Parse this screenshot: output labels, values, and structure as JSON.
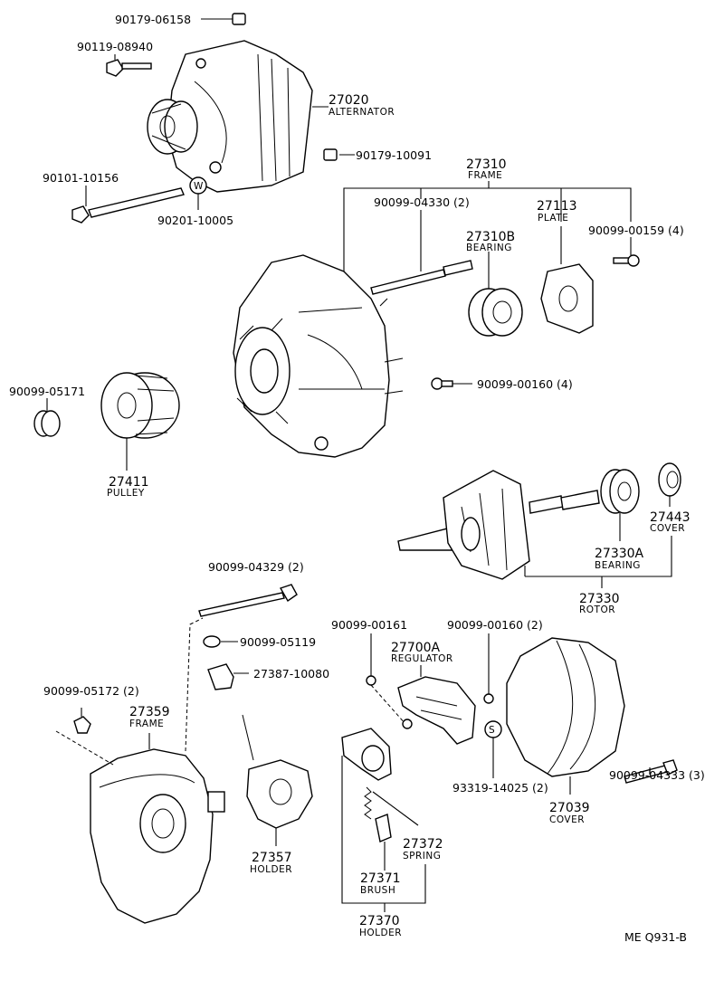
{
  "labels": {
    "p90179_06158": "90179-06158",
    "p90119_08940": "90119-08940",
    "p27020": "27020",
    "p27020_cap": "ALTERNATOR",
    "p90179_10091": "90179-10091",
    "p90101_10156": "90101-10156",
    "p90201_10005": "90201-10005",
    "p27310": "27310",
    "p27310_cap": "FRAME",
    "p90099_04330": "90099-04330 (2)",
    "p27113": "27113",
    "p27113_cap": "PLATE",
    "p27310B": "27310B",
    "p27310B_cap": "BEARING",
    "p90099_00159": "90099-00159 (4)",
    "p90099_05171": "90099-05171",
    "p90099_00160a": "90099-00160 (4)",
    "p27411": "27411",
    "p27411_cap": "PULLEY",
    "p27443": "27443",
    "p27443_cap": "COVER",
    "p27330A": "27330A",
    "p27330A_cap": "BEARING",
    "p27330": "27330",
    "p27330_cap": "ROTOR",
    "p90099_04329": "90099-04329 (2)",
    "p90099_05119": "90099-05119",
    "p90099_00161": "90099-00161",
    "p90099_00160b": "90099-00160 (2)",
    "p27700A": "27700A",
    "p27700A_cap": "REGULATOR",
    "p27387_10080": "27387-10080",
    "p90099_05172": "90099-05172 (2)",
    "p27359": "27359",
    "p27359_cap": "FRAME",
    "p93319_14025": "93319-14025 (2)",
    "p90099_04333": "90099-04333 (3)",
    "p27039": "27039",
    "p27039_cap": "COVER",
    "p27357": "27357",
    "p27357_cap": "HOLDER",
    "p27372": "27372",
    "p27372_cap": "SPRING",
    "p27371": "27371",
    "p27371_cap": "BRUSH",
    "p27370": "27370",
    "p27370_cap": "HOLDER",
    "washer_w": "W",
    "washer_s": "S",
    "footer_code": "ME  Q931-B"
  }
}
